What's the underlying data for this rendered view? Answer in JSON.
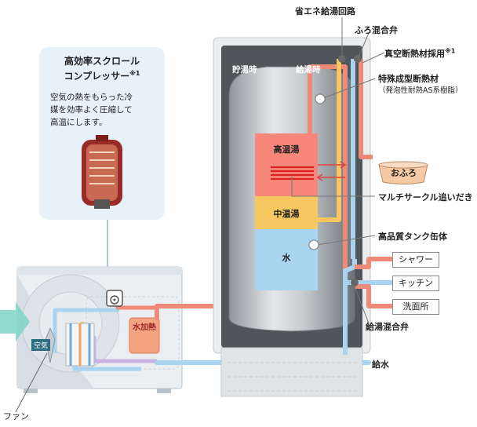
{
  "labels": {
    "top_circuit": "省エネ給湯回路",
    "bath_valve": "ふろ混合弁",
    "vacuum_insulation": "真空断熱材採用",
    "vacuum_insulation_note": "※1",
    "special_insulation": "特殊成型断熱材",
    "special_insulation_sub": "（発泡性耐熱AS系樹脂）",
    "multi_circle": "マルチサークル追いだき",
    "tank": "高品質タンク缶体",
    "supply_valve": "給湯混合弁",
    "water_supply": "給水",
    "fan": "ファン",
    "air": "空気",
    "storage_mode": "貯湯時",
    "supply_mode": "給湯時",
    "heater_label": "水加熱"
  },
  "bubble": {
    "title_line1": "高効率スクロール",
    "title_line2": "コンプレッサー",
    "title_note": "※1",
    "desc_line1": "空気の熱をもらった冷",
    "desc_line2": "媒を効率よく圧縮して",
    "desc_line3": "高温にします。"
  },
  "tank_layers": {
    "hot": "高温湯",
    "mid": "中温湯",
    "water": "水"
  },
  "outputs": {
    "shower": "シャワー",
    "kitchen": "キッチン",
    "washroom": "洗面所",
    "bath": "おふろ"
  },
  "colors": {
    "hot_pipe": "#f08a78",
    "cold_pipe": "#a8d4f0",
    "hot_layer": "#f6877a",
    "mid_layer": "#f7c760",
    "water_layer": "#a9d5f0",
    "bubble_bg": "#e6f1f9"
  }
}
